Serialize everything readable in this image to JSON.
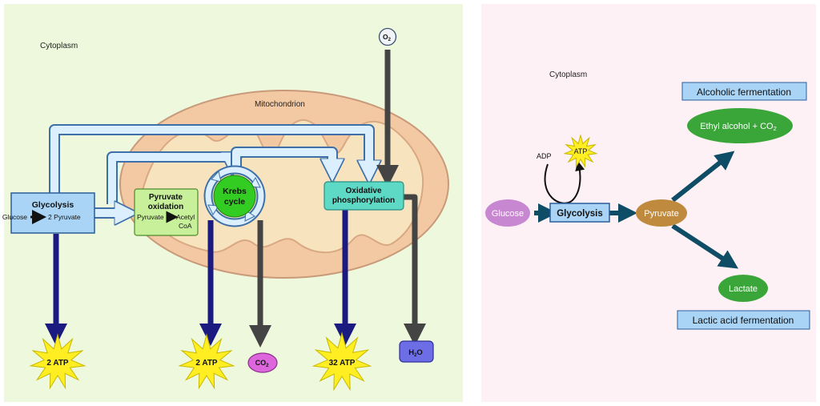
{
  "aerobic": {
    "region_label": "Cytoplasm",
    "mitochondrion_label": "Mitochondrion",
    "glycolysis": {
      "title": "Glycolysis",
      "from": "Glucose",
      "to": "2 Pyruvate"
    },
    "pyruvate_oxidation": {
      "title_line1": "Pyruvate",
      "title_line2": "oxidation",
      "from": "Pyruvate",
      "to_line1": "Acetyl",
      "to_line2": "CoA"
    },
    "krebs": {
      "line1": "Krebs",
      "line2": "cycle"
    },
    "oxidative": {
      "line1": "Oxidative",
      "line2": "phosphorylation"
    },
    "oxygen": {
      "base": "O",
      "sub": "2"
    },
    "water": {
      "base": "H",
      "sub": "2",
      "tail": "O"
    },
    "co2": {
      "base": "CO",
      "sub": "2"
    },
    "atp_glycolysis": "2 ATP",
    "atp_krebs": "2 ATP",
    "atp_oxidative": "32 ATP",
    "colors": {
      "background": "#eef8dd",
      "mito_outer": "#f3c9a4",
      "mito_inner": "#f8e3bf",
      "arrow_dark": "#1a1a80",
      "arrow_gray": "#444444",
      "star": "#ffee22",
      "krebs": "#33cc22"
    }
  },
  "anaerobic": {
    "region_label": "Cytoplasm",
    "glucose": "Glucose",
    "glycolysis": "Glycolysis",
    "pyruvate": "Pyruvate",
    "adp": "ADP",
    "atp": "ATP",
    "alcoholic_title": "Alcoholic fermentation",
    "ethyl": {
      "base": "Ethyl alcohol + CO",
      "sub": "2"
    },
    "lactate": "Lactate",
    "lactic_title": "Lactic acid fermentation",
    "colors": {
      "background": "#fdf1f6",
      "arrow": "#0f4d66",
      "green": "#3aa63a",
      "purple": "#c887d1",
      "pyruvate": "#c08a3e",
      "box": "#a9d4f5"
    }
  }
}
